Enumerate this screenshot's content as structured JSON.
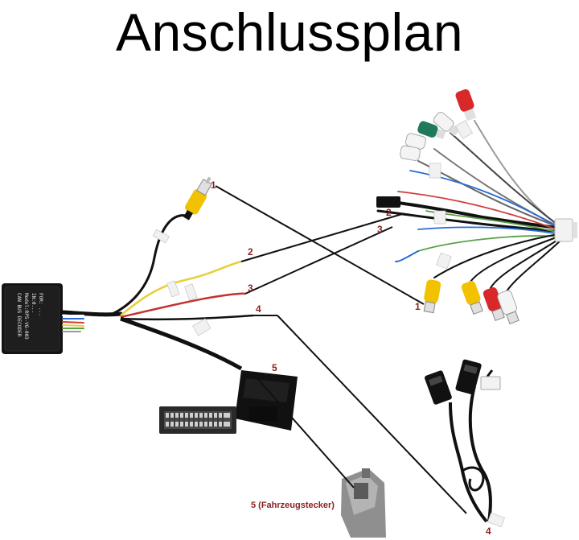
{
  "title": "Anschlussplan",
  "decoder_label": [
    "CAN BUS DECODER",
    "Model:RP5-VG-003",
    "IN:0...",
    "FOR: ..."
  ],
  "connector_numbers": {
    "n1_top": "1",
    "n2_left": "2",
    "n3_left": "3",
    "n4_left": "4",
    "n5": "5",
    "n2_right": "2",
    "n3_right": "3",
    "n1_bottom": "1",
    "n4_bottom": "4"
  },
  "vehicle_plug_caption": "5 (Fahrzeugstecker)",
  "colors": {
    "rca_yellow": "#f2c200",
    "rca_red": "#d8282a",
    "rca_white": "#f4f4f4",
    "rca_green": "#1f7a5a",
    "wire_black": "#111111",
    "wire_yellow": "#e8cf3c",
    "wire_red": "#c43030",
    "wire_grey": "#9a9a9a",
    "number_red": "#8a1f1f"
  }
}
